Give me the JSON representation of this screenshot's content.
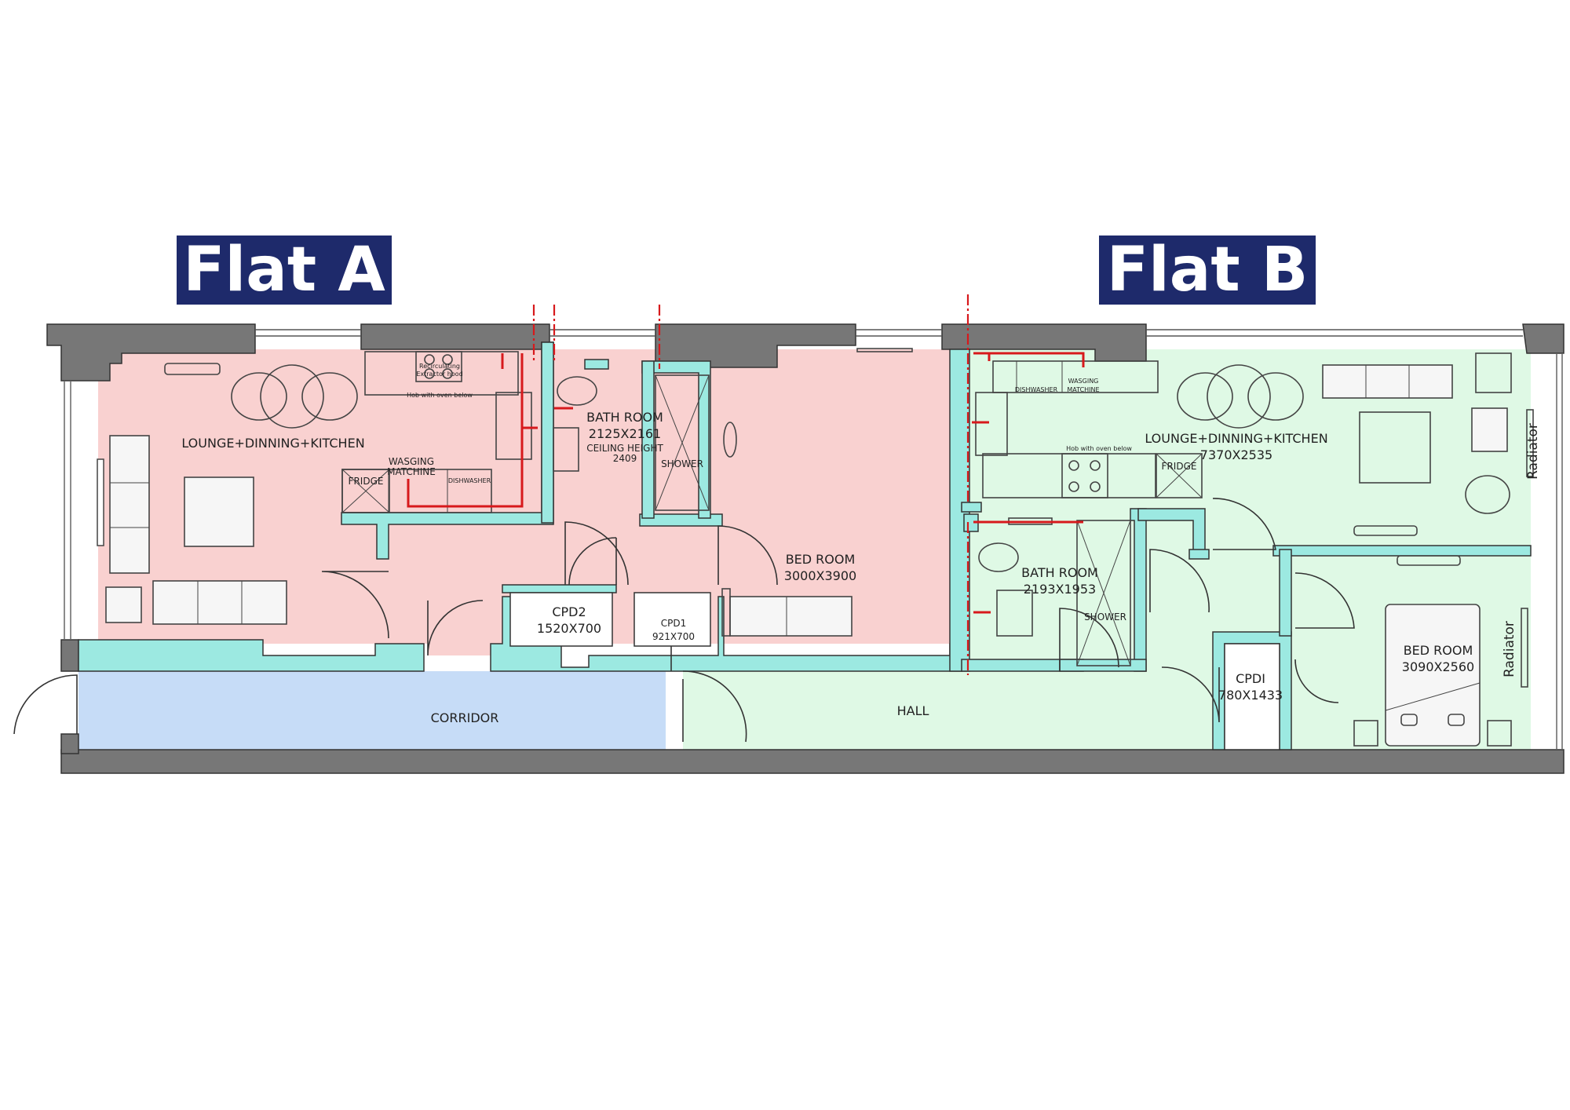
{
  "titles": {
    "flat_a": "Flat A",
    "flat_b": "Flat B"
  },
  "colors": {
    "flat_a_fill": "#f9d1d0",
    "flat_b_fill": "#dff9e5",
    "corridor_fill": "#c6dcf7",
    "wall_teal": "#9ce9e1",
    "wall_grey": "#777777",
    "title_bg": "#1e2a6b",
    "pipe_red": "#d7191c"
  },
  "flat_a": {
    "lounge": {
      "name": "LOUNGE+DINNING+KITCHEN"
    },
    "bathroom": {
      "name": "BATH ROOM",
      "size": "2125X2161",
      "note1": "CEILING HEIGHT",
      "note2": "2409"
    },
    "shower": "SHOWER",
    "bedroom": {
      "name": "BED ROOM",
      "size": "3000X3900"
    },
    "cpd2": {
      "name": "CPD2",
      "size": "1520X700"
    },
    "cpd1": {
      "name": "CPD1",
      "size": "921X700"
    },
    "fridge": "FRIDGE",
    "washing": {
      "line1": "WASGING",
      "line2": "MATCHINE"
    },
    "dishwasher": "DISHWASHER",
    "extractor": {
      "line1": "Recirculating",
      "line2": "Extractor hood"
    },
    "hob": "Hob with oven below"
  },
  "flat_b": {
    "lounge": {
      "name": "LOUNGE+DINNING+KITCHEN",
      "size": "7370X2535"
    },
    "bathroom": {
      "name": "BATH ROOM",
      "size": "2193X1953"
    },
    "shower": "SHOWER",
    "bedroom": {
      "name": "BED ROOM",
      "size": "3090X2560"
    },
    "cpd": {
      "name": "CPDI",
      "size": "780X1433"
    },
    "fridge": "FRIDGE",
    "washing": {
      "line1": "WASGING",
      "line2": "MATCHINE"
    },
    "dishwasher": "DISHWASHER",
    "hob": "Hob with oven below",
    "radiator_1": "Radiator",
    "radiator_2": "Radiator"
  },
  "shared": {
    "corridor": "CORRIDOR",
    "hall": "HALL"
  }
}
